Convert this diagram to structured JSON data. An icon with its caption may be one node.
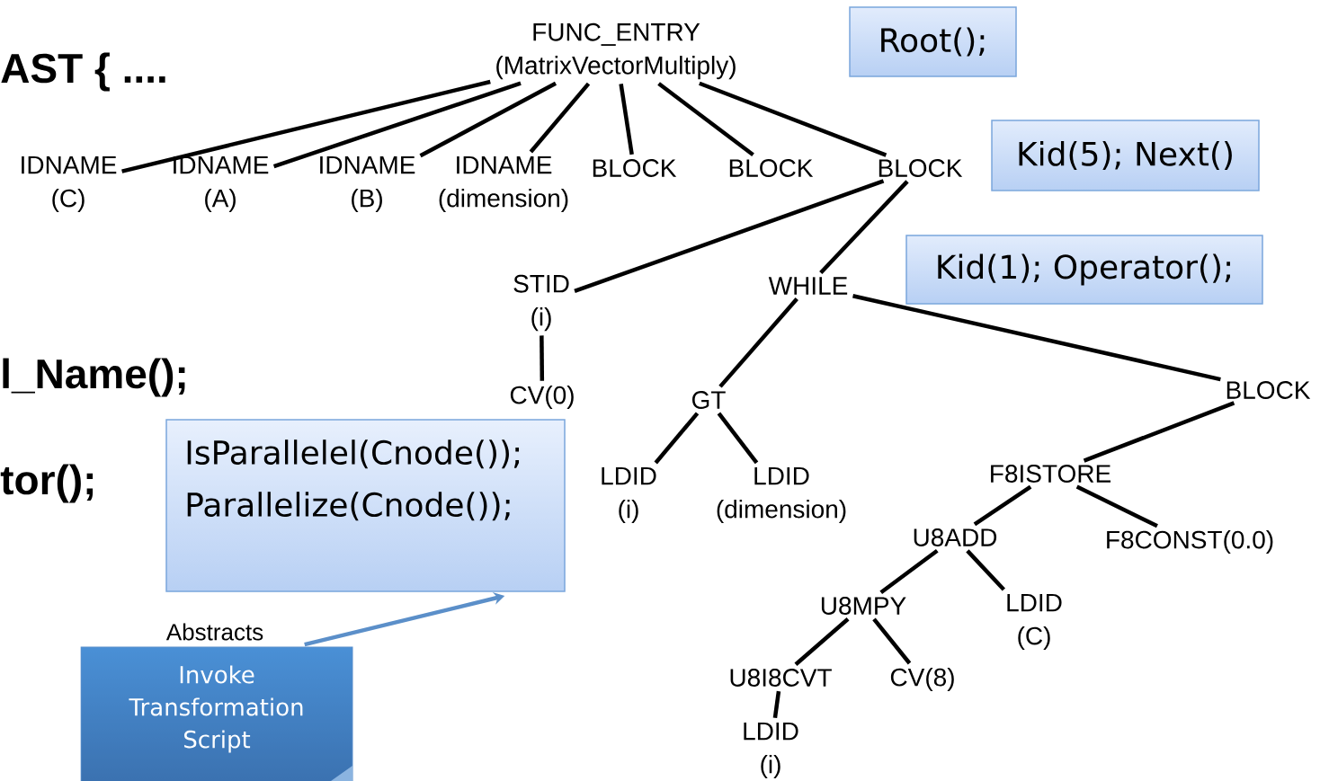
{
  "diagram": {
    "nodes": [
      {
        "text": [
          "FUNC_ENTRY",
          "(MatrixVectorMultiply)"
        ]
      },
      {
        "text": [
          "IDNAME",
          "(C)"
        ]
      },
      {
        "text": [
          "IDNAME",
          "(A)"
        ]
      },
      {
        "text": [
          "IDNAME",
          "(B)"
        ]
      },
      {
        "text": [
          "IDNAME",
          "(dimension)"
        ]
      },
      {
        "text": [
          "BLOCK"
        ]
      },
      {
        "text": [
          "BLOCK"
        ]
      },
      {
        "text": [
          "BLOCK"
        ]
      },
      {
        "text": [
          "STID",
          "(i)"
        ]
      },
      {
        "text": [
          "WHILE"
        ]
      },
      {
        "text": [
          "CV(0)"
        ]
      },
      {
        "text": [
          "GT"
        ]
      },
      {
        "text": [
          "BLOCK"
        ]
      },
      {
        "text": [
          "LDID",
          "(i)"
        ]
      },
      {
        "text": [
          "LDID",
          "(dimension)"
        ]
      },
      {
        "text": [
          "F8ISTORE"
        ]
      },
      {
        "text": [
          "U8ADD"
        ]
      },
      {
        "text": [
          "F8CONST(0.0)"
        ]
      },
      {
        "text": [
          "U8MPY"
        ]
      },
      {
        "text": [
          "LDID",
          "(C)"
        ]
      },
      {
        "text": [
          "U8I8CVT"
        ]
      },
      {
        "text": [
          "CV(8)"
        ]
      },
      {
        "text": [
          "LDID",
          "(i)"
        ]
      },
      {
        "text": [
          "Root();"
        ]
      },
      {
        "text": [
          "Kid(5); Next()"
        ]
      },
      {
        "text": [
          "Kid(1); Operator();"
        ]
      },
      {
        "text": [
          "IsParallelel(Cnode());",
          "Parallelize(Cnode());"
        ]
      },
      {
        "text": [
          "Invoke Transformation Script"
        ]
      }
    ],
    "edges": [
      {
        "from": 0,
        "to": 1,
        "arrow": "none"
      },
      {
        "from": 0,
        "to": 2,
        "arrow": "none"
      },
      {
        "from": 0,
        "to": 3,
        "arrow": "none"
      },
      {
        "from": 0,
        "to": 4,
        "arrow": "none"
      },
      {
        "from": 0,
        "to": 5,
        "arrow": "none"
      },
      {
        "from": 0,
        "to": 6,
        "arrow": "none"
      },
      {
        "from": 0,
        "to": 7,
        "arrow": "none"
      },
      {
        "from": 7,
        "to": 8,
        "arrow": "none"
      },
      {
        "from": 7,
        "to": 9,
        "arrow": "none"
      },
      {
        "from": 8,
        "to": 10,
        "arrow": "none"
      },
      {
        "from": 9,
        "to": 11,
        "arrow": "none"
      },
      {
        "from": 9,
        "to": 12,
        "arrow": "none"
      },
      {
        "from": 11,
        "to": 13,
        "arrow": "none"
      },
      {
        "from": 11,
        "to": 14,
        "arrow": "none"
      },
      {
        "from": 12,
        "to": 15,
        "arrow": "none"
      },
      {
        "from": 15,
        "to": 16,
        "arrow": "none"
      },
      {
        "from": 15,
        "to": 17,
        "arrow": "none"
      },
      {
        "from": 16,
        "to": 18,
        "arrow": "none"
      },
      {
        "from": 16,
        "to": 19,
        "arrow": "none"
      },
      {
        "from": 18,
        "to": 20,
        "arrow": "none"
      },
      {
        "from": 18,
        "to": 21,
        "arrow": "none"
      },
      {
        "from": 20,
        "to": 22,
        "arrow": "none"
      },
      {
        "from": 27,
        "to": 26,
        "arrow": "to",
        "label": "Abstracts",
        "color": "#5b8fc9"
      }
    ],
    "labels": [
      "AST {  ....",
      "l_Name();",
      "tor();"
    ]
  }
}
